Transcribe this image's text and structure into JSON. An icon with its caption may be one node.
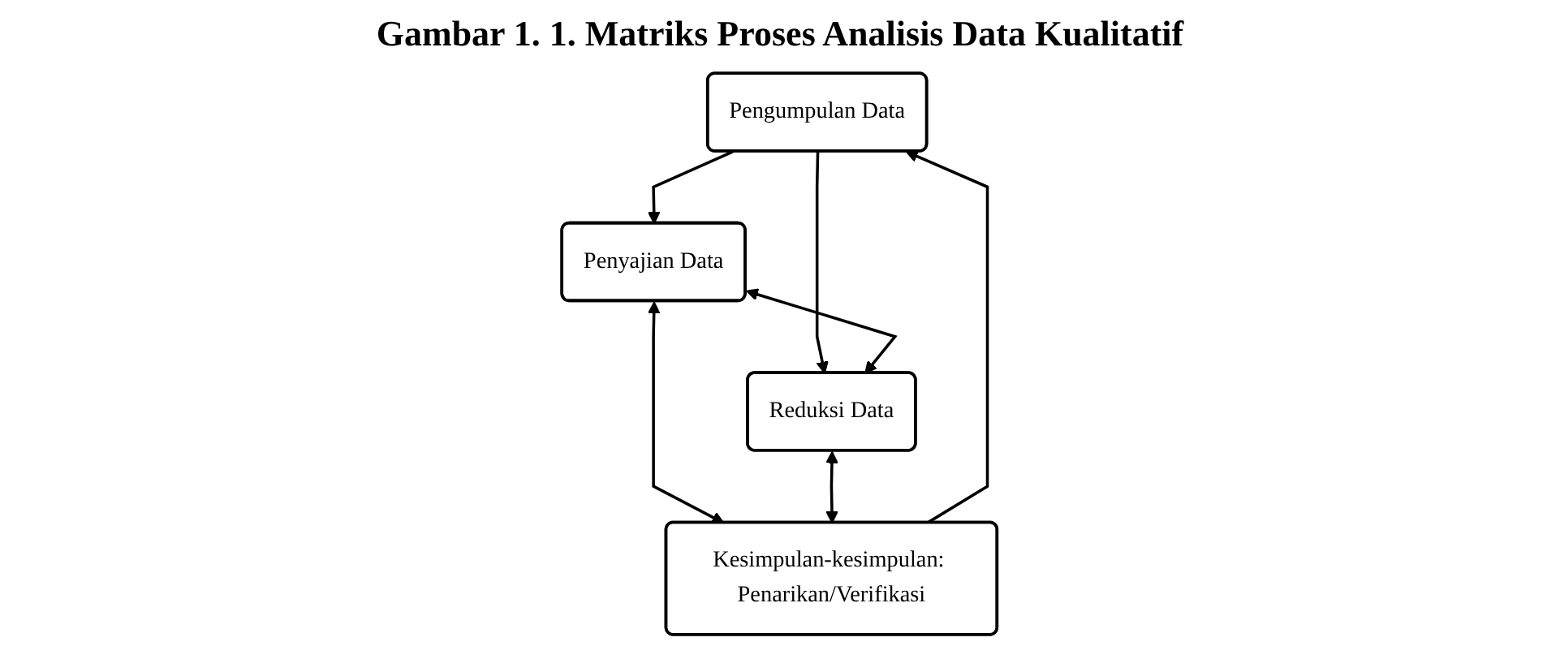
{
  "diagram": {
    "title": "Gambar 1. 1. Matriks Proses Analisis Data Kualitatif",
    "nodes": [
      {
        "text": [
          "Pengumpulan Data"
        ]
      },
      {
        "text": [
          "Penyajian Data"
        ]
      },
      {
        "text": [
          "Reduksi Data"
        ]
      },
      {
        "text": [
          "Kesimpulan-kesimpulan: Penarikan/Verifikasi"
        ]
      }
    ],
    "edges": [
      {
        "from": 0,
        "to": 1,
        "arrow": "to"
      },
      {
        "from": 0,
        "to": 2,
        "arrow": "to"
      },
      {
        "from": 1,
        "to": 2,
        "arrow": "both"
      },
      {
        "from": 1,
        "to": 3,
        "arrow": "both"
      },
      {
        "from": 2,
        "to": 3,
        "arrow": "both"
      },
      {
        "from": 3,
        "to": 0,
        "arrow": "to"
      }
    ]
  }
}
